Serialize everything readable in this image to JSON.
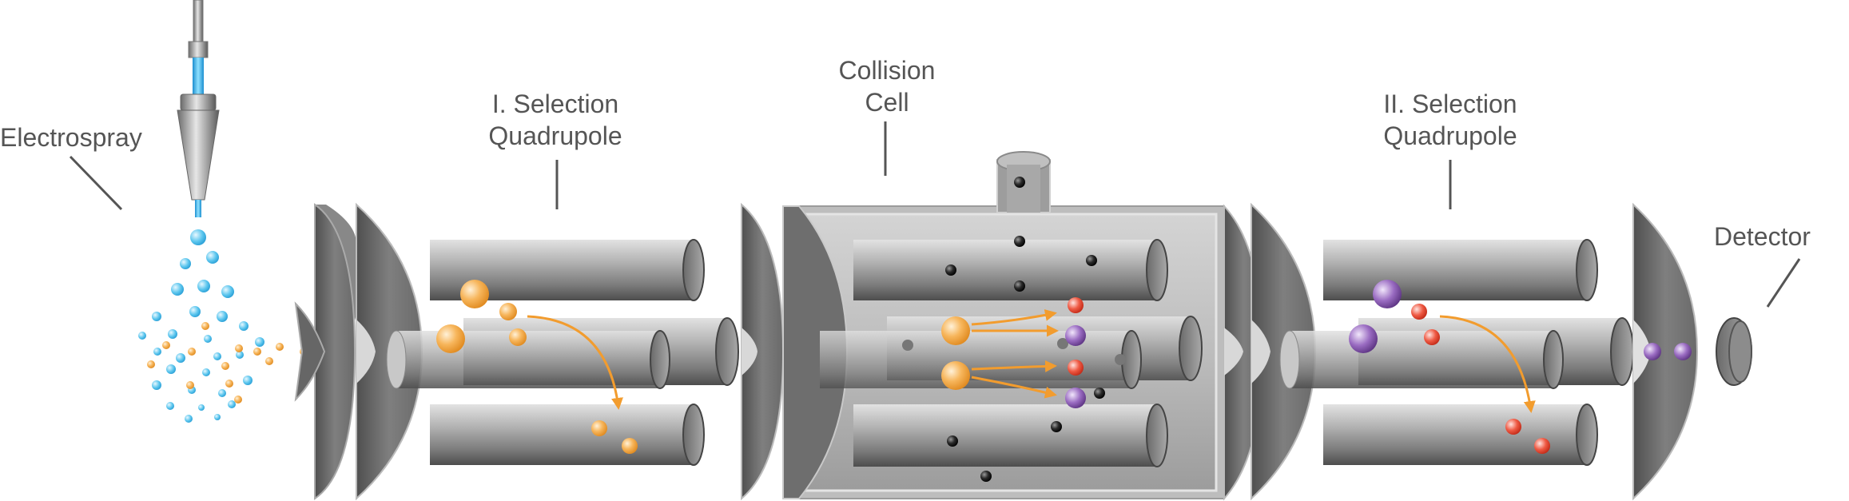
{
  "labels": {
    "electrospray": "Electrospray",
    "selection_quadrupole_1": [
      "I. Selection",
      "Quadrupole"
    ],
    "collision_cell": [
      "Collision",
      "Cell"
    ],
    "selection_quadrupole_2": [
      "II. Selection",
      "Quadrupole"
    ],
    "detector": "Detector"
  },
  "colors": {
    "steel_light": "#d9d9d9",
    "steel_mid": "#9a9a9a",
    "steel_dark": "#5c5c5c",
    "spray_blue": "#3fb8e8",
    "precursor_orange": "#f7a94a",
    "fragment_red": "#e8432e",
    "fragment_purple": "#8a5bb0",
    "neutral_gas": "#222222",
    "label_text": "#555555"
  }
}
